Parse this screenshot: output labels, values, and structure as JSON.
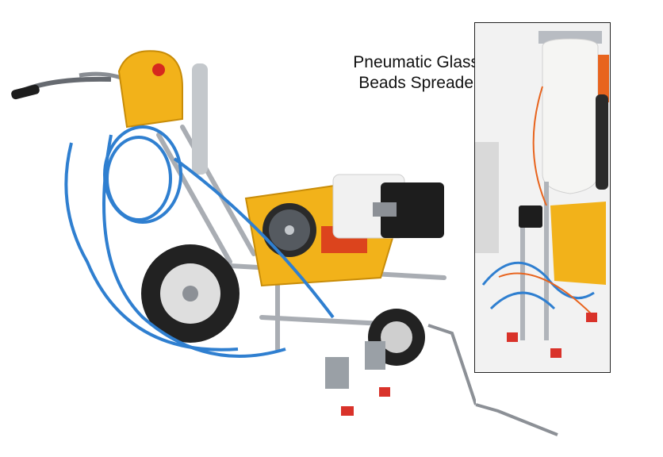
{
  "caption": {
    "line1": "Pneumatic Glass",
    "line2": "Beads Spreader"
  },
  "photo_main": {
    "subject": "road-line-marking-machine"
  },
  "photo_inset": {
    "subject": "pneumatic-glass-beads-spreader"
  },
  "colors": {
    "hose_blue": "#2f7fd0",
    "housing_yellow": "#f2b21a",
    "engine_black": "#1d1d1d",
    "frame_steel": "#b8bcc2",
    "tire_black": "#222222",
    "tank_white": "#f5f5f3",
    "emblem_red": "#d6281e",
    "nozzle_red": "#d9322a"
  }
}
